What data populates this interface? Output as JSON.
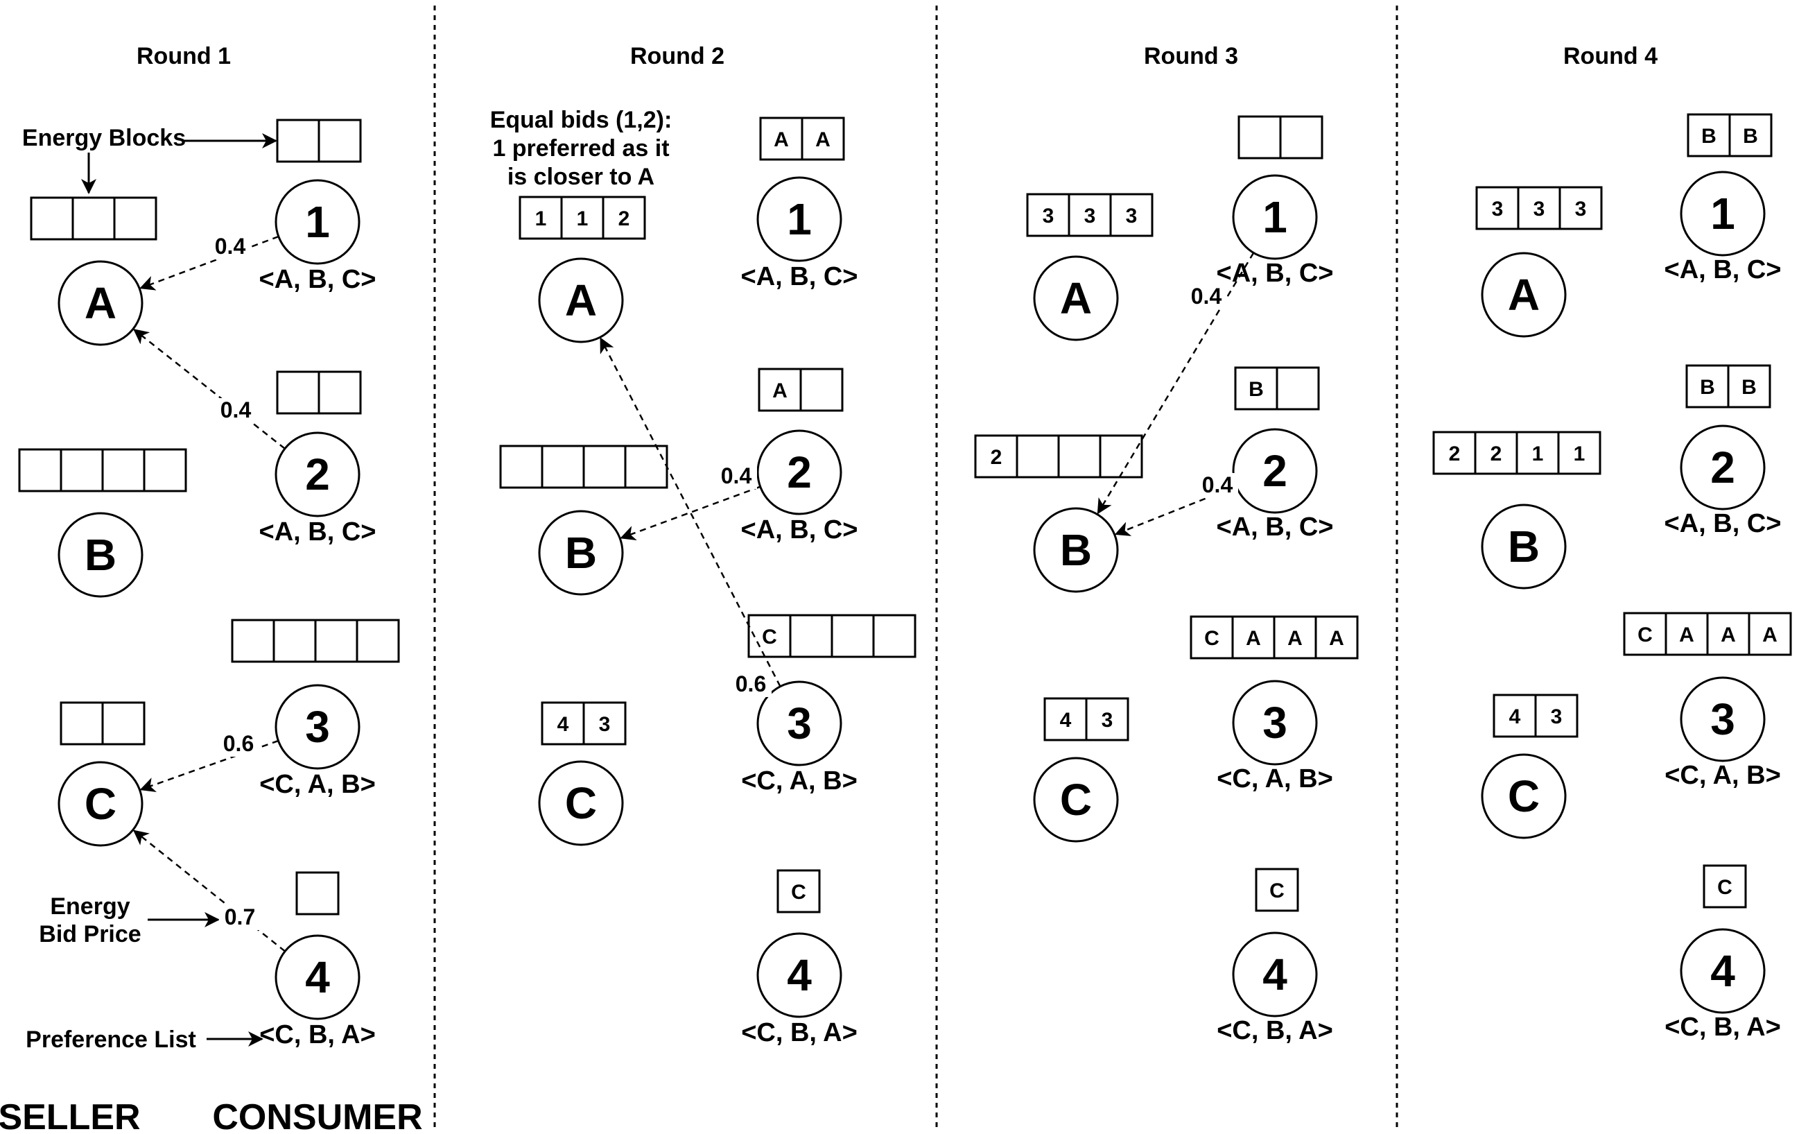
{
  "rounds": [
    {
      "title": "Round 1",
      "sellers": {
        "A": {
          "label": "A",
          "blocks": [
            "",
            "",
            ""
          ]
        },
        "B": {
          "label": "B",
          "blocks": [
            "",
            "",
            "",
            ""
          ]
        },
        "C": {
          "label": "C",
          "blocks": [
            "",
            ""
          ]
        }
      },
      "consumers": {
        "1": {
          "label": "1",
          "pref": "<A, B, C>",
          "blocks": [
            "",
            ""
          ]
        },
        "2": {
          "label": "2",
          "pref": "<A, B, C>",
          "blocks": [
            "",
            ""
          ]
        },
        "3": {
          "label": "3",
          "pref": "<C, A, B>",
          "blocks": [
            "",
            "",
            "",
            ""
          ]
        },
        "4": {
          "label": "4",
          "pref": "<C, B, A>",
          "blocks": [
            ""
          ]
        }
      },
      "bids": [
        {
          "from": "1",
          "to": "A",
          "price": "0.4"
        },
        {
          "from": "2",
          "to": "A",
          "price": "0.4"
        },
        {
          "from": "3",
          "to": "C",
          "price": "0.6"
        },
        {
          "from": "4",
          "to": "C",
          "price": "0.7"
        }
      ]
    },
    {
      "title": "Round 2",
      "note": [
        "Equal bids (1,2):",
        "1 preferred as it",
        "is closer to A"
      ],
      "sellers": {
        "A": {
          "label": "A",
          "blocks": [
            "1",
            "1",
            "2"
          ]
        },
        "B": {
          "label": "B",
          "blocks": [
            "",
            "",
            "",
            ""
          ]
        },
        "C": {
          "label": "C",
          "blocks": [
            "4",
            "3"
          ]
        }
      },
      "consumers": {
        "1": {
          "label": "1",
          "pref": "<A, B, C>",
          "blocks": [
            "A",
            "A"
          ]
        },
        "2": {
          "label": "2",
          "pref": "<A, B, C>",
          "blocks": [
            "A",
            ""
          ]
        },
        "3": {
          "label": "3",
          "pref": "<C, A, B>",
          "blocks": [
            "C",
            "",
            "",
            ""
          ]
        },
        "4": {
          "label": "4",
          "pref": "<C, B, A>",
          "blocks": [
            "C"
          ]
        }
      },
      "bids": [
        {
          "from": "2",
          "to": "B",
          "price": "0.4"
        },
        {
          "from": "3",
          "to": "A",
          "price": "0.6"
        }
      ]
    },
    {
      "title": "Round 3",
      "sellers": {
        "A": {
          "label": "A",
          "blocks": [
            "3",
            "3",
            "3"
          ]
        },
        "B": {
          "label": "B",
          "blocks": [
            "2",
            "",
            "",
            ""
          ]
        },
        "C": {
          "label": "C",
          "blocks": [
            "4",
            "3"
          ]
        }
      },
      "consumers": {
        "1": {
          "label": "1",
          "pref": "<A, B, C>",
          "blocks": [
            "",
            ""
          ]
        },
        "2": {
          "label": "2",
          "pref": "<A, B, C>",
          "blocks": [
            "B",
            ""
          ]
        },
        "3": {
          "label": "3",
          "pref": "<C, A, B>",
          "blocks": [
            "C",
            "A",
            "A",
            "A"
          ]
        },
        "4": {
          "label": "4",
          "pref": "<C, B, A>",
          "blocks": [
            "C"
          ]
        }
      },
      "bids": [
        {
          "from": "1",
          "to": "B",
          "price": "0.4"
        },
        {
          "from": "2",
          "to": "B",
          "price": "0.4"
        }
      ]
    },
    {
      "title": "Round 4",
      "sellers": {
        "A": {
          "label": "A",
          "blocks": [
            "3",
            "3",
            "3"
          ]
        },
        "B": {
          "label": "B",
          "blocks": [
            "2",
            "2",
            "1",
            "1"
          ]
        },
        "C": {
          "label": "C",
          "blocks": [
            "4",
            "3"
          ]
        }
      },
      "consumers": {
        "1": {
          "label": "1",
          "pref": "<A, B, C>",
          "blocks": [
            "B",
            "B"
          ]
        },
        "2": {
          "label": "2",
          "pref": "<A, B, C>",
          "blocks": [
            "B",
            "B"
          ]
        },
        "3": {
          "label": "3",
          "pref": "<C, A, B>",
          "blocks": [
            "C",
            "A",
            "A",
            "A"
          ]
        },
        "4": {
          "label": "4",
          "pref": "<C, B, A>",
          "blocks": [
            "C"
          ]
        }
      },
      "bids": []
    }
  ],
  "annotations": {
    "energy_blocks": "Energy Blocks",
    "energy_bid_price": [
      "Energy",
      "Bid Price"
    ],
    "preference_list": "Preference List"
  },
  "footer": {
    "seller": "SELLER",
    "consumer": "CONSUMER"
  }
}
